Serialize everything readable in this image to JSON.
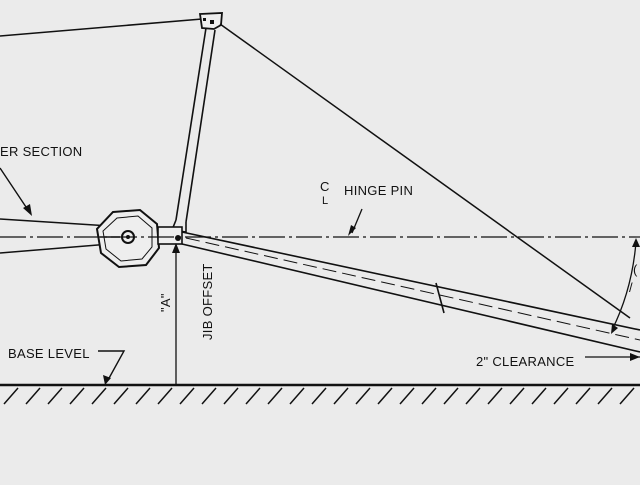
{
  "labels": {
    "section": "ER SECTION",
    "centerline_c": "C",
    "centerline_l": "L",
    "hinge_pin": "HINGE PIN",
    "dimension_a": "\"A\"",
    "jib_offset": "JIB OFFSET",
    "base_level": "BASE LEVEL",
    "clearance": "2\" CLEARANCE",
    "edge_mark_1": "(",
    "edge_mark_2": "/"
  },
  "colors": {
    "background": "#ebebeb",
    "ink": "#111111"
  }
}
